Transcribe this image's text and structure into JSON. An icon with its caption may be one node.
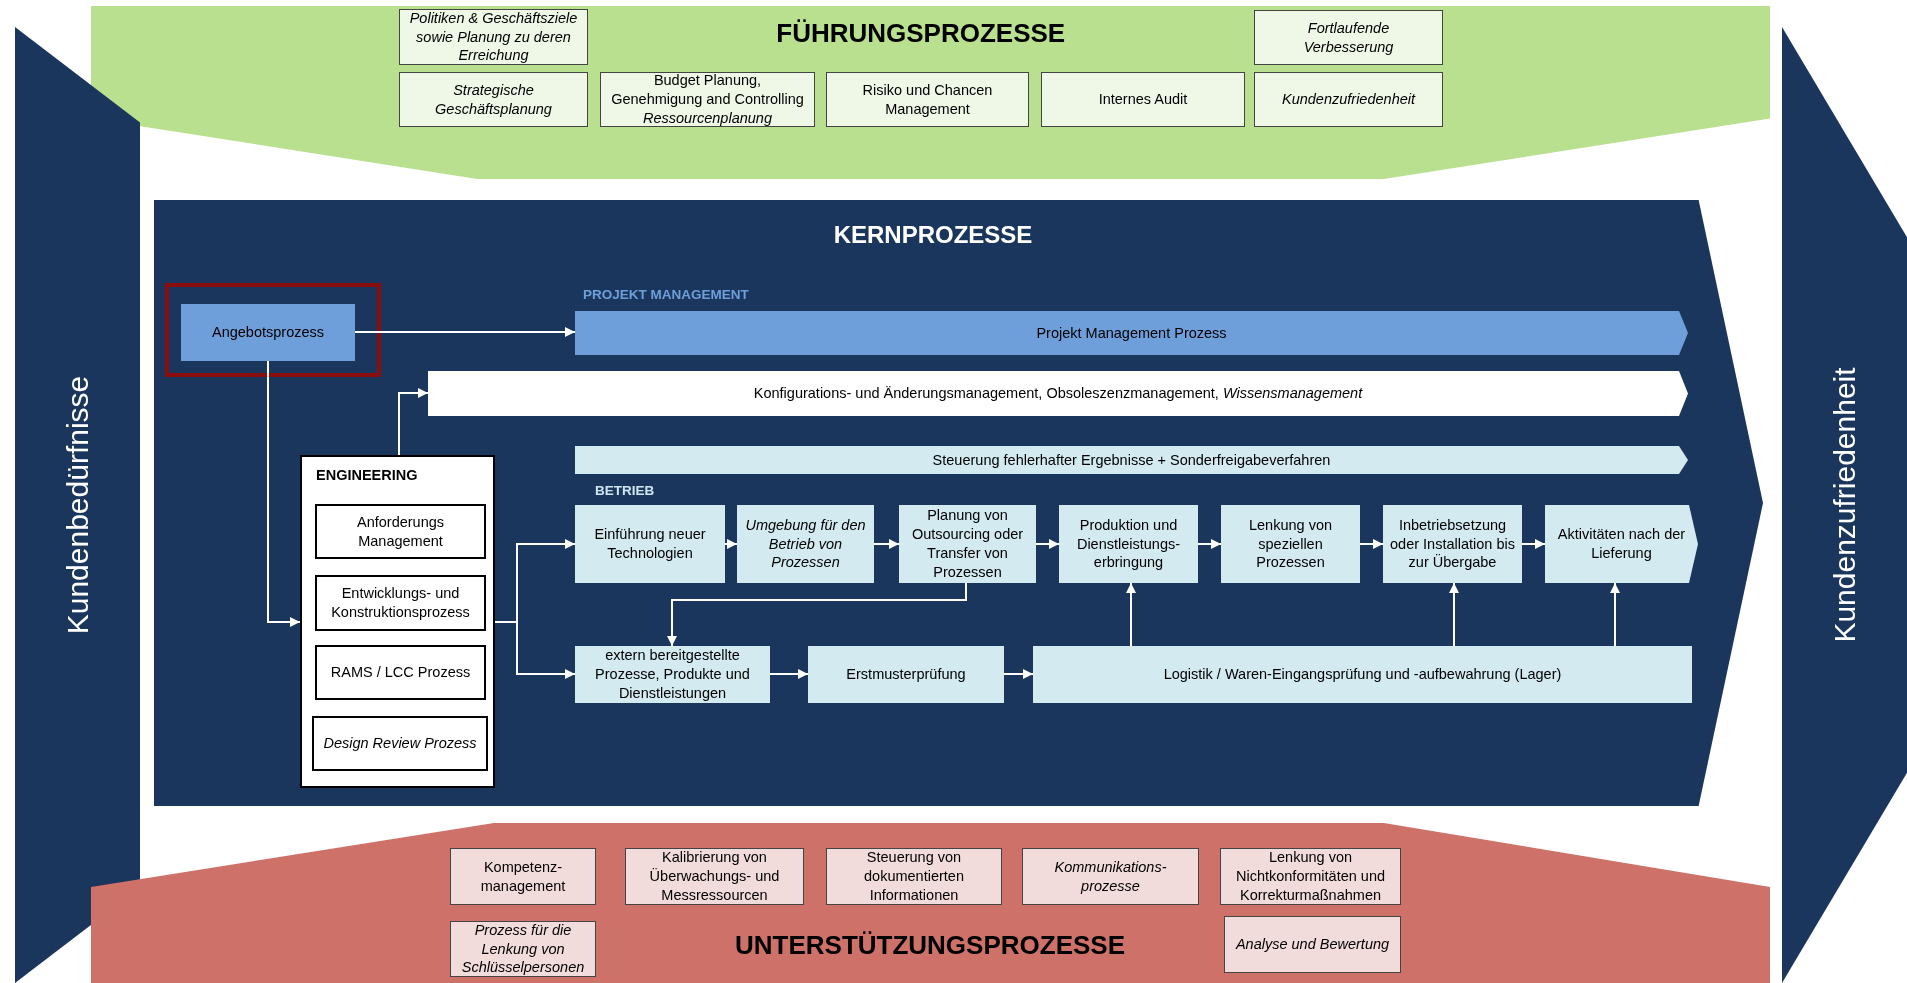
{
  "diagram": {
    "nodes": [
      {
        "text": [
          "FÜHRUNGSPROZESSE"
        ]
      },
      {
        "text": [
          "Politiken & Geschäftsziele sowie Planung zu deren Erreichung"
        ],
        "in": 0
      },
      {
        "text": [
          "Fortlaufende Verbesserung"
        ],
        "in": 0
      },
      {
        "text": [
          "Strategische Geschäftsplanung"
        ],
        "in": 0
      },
      {
        "text": [
          "Budget Planung, Genehmigung and Controlling",
          "Ressourcenplanung"
        ],
        "in": 0
      },
      {
        "text": [
          "Risiko und Chancen Management"
        ],
        "in": 0
      },
      {
        "text": [
          "Internes Audit"
        ],
        "in": 0
      },
      {
        "text": [
          "Kundenzufriedenheit"
        ],
        "in": 0
      },
      {
        "text": [
          "Kundenbedürfnisse"
        ]
      },
      {
        "text": [
          "KERNPROZESSE"
        ]
      },
      {
        "text": [
          "Angebotsprozess"
        ],
        "in": 9
      },
      {
        "text": [
          "Projekt Management Prozess"
        ],
        "in": 9
      },
      {
        "text": [
          "Konfigurations- und Änderungsmanagement, Obsoleszenzmanagement, *Wissensmanagement*"
        ],
        "in": 9
      },
      {
        "text": [
          "ENGINEERING"
        ],
        "in": 9
      },
      {
        "text": [
          "Anforderungs Management"
        ],
        "in": 13
      },
      {
        "text": [
          "Entwicklungs- und Konstruktionsprozess"
        ],
        "in": 13
      },
      {
        "text": [
          "RAMS / LCC Prozess"
        ],
        "in": 13
      },
      {
        "text": [
          "Design Review Prozess"
        ],
        "in": 13
      },
      {
        "text": [
          "Steuerung fehlerhafter Ergebnisse + Sonderfreigabeverfahren"
        ],
        "in": 9
      },
      {
        "text": [
          "Einführung neuer Technologien"
        ],
        "in": 9
      },
      {
        "text": [
          "Umgebung für den Betrieb von Prozessen"
        ],
        "in": 9
      },
      {
        "text": [
          "Planung von Outsourcing oder Transfer von Prozessen"
        ],
        "in": 9
      },
      {
        "text": [
          "Produktion und Dienstleistungs-erbringung"
        ],
        "in": 9
      },
      {
        "text": [
          "Lenkung von speziellen Prozessen"
        ],
        "in": 9
      },
      {
        "text": [
          "Inbetriebsetzung oder Installation bis zur Übergabe"
        ],
        "in": 9
      },
      {
        "text": [
          "Aktivitäten nach der Lieferung"
        ],
        "in": 9
      },
      {
        "text": [
          "extern bereitgestellte Prozesse, Produkte und Dienstleistungen"
        ],
        "in": 9
      },
      {
        "text": [
          "Erstmusterprüfung"
        ],
        "in": 9
      },
      {
        "text": [
          "Logistik / Waren-Eingangsprüfung und -aufbewahrung (Lager)"
        ],
        "in": 9
      },
      {
        "text": [
          "Kundenzufriedenheit"
        ]
      },
      {
        "text": [
          "UNTERSTÜTZUNGSPROZESSE"
        ]
      },
      {
        "text": [
          "Kompetenz-management"
        ],
        "in": 30
      },
      {
        "text": [
          "Kalibrierung von Überwachungs- und Messressourcen"
        ],
        "in": 30
      },
      {
        "text": [
          "Steuerung von dokumentierten Informationen"
        ],
        "in": 30
      },
      {
        "text": [
          "Kommunikations-prozesse"
        ],
        "in": 30
      },
      {
        "text": [
          "Lenkung von Nichtkonformitäten und Korrekturmaßnahmen"
        ],
        "in": 30
      },
      {
        "text": [
          "Prozess für die Lenkung von Schlüsselpersonen"
        ],
        "in": 30
      },
      {
        "text": [
          "Analyse und Bewertung"
        ],
        "in": 30
      }
    ],
    "edges": [
      {
        "from": 10,
        "to": 11,
        "arrow": "to"
      },
      {
        "from": 10,
        "to": 13,
        "arrow": "to"
      },
      {
        "from": 13,
        "to": 12,
        "arrow": "to"
      },
      {
        "from": 13,
        "to": 19,
        "arrow": "to"
      },
      {
        "from": 13,
        "to": 26,
        "arrow": "to"
      },
      {
        "from": 19,
        "to": 20,
        "arrow": "to"
      },
      {
        "from": 20,
        "to": 21,
        "arrow": "to"
      },
      {
        "from": 21,
        "to": 22,
        "arrow": "to"
      },
      {
        "from": 22,
        "to": 23,
        "arrow": "to"
      },
      {
        "from": 23,
        "to": 24,
        "arrow": "to"
      },
      {
        "from": 24,
        "to": 25,
        "arrow": "to"
      },
      {
        "from": 21,
        "to": 26,
        "arrow": "to"
      },
      {
        "from": 26,
        "to": 27,
        "arrow": "to"
      },
      {
        "from": 27,
        "to": 28,
        "arrow": "to"
      },
      {
        "from": 28,
        "to": 22,
        "arrow": "to"
      },
      {
        "from": 28,
        "to": 24,
        "arrow": "to"
      },
      {
        "from": 28,
        "to": 25,
        "arrow": "to"
      }
    ],
    "labels": [
      "PROJEKT MANAGEMENT",
      "BETRIEB"
    ]
  }
}
